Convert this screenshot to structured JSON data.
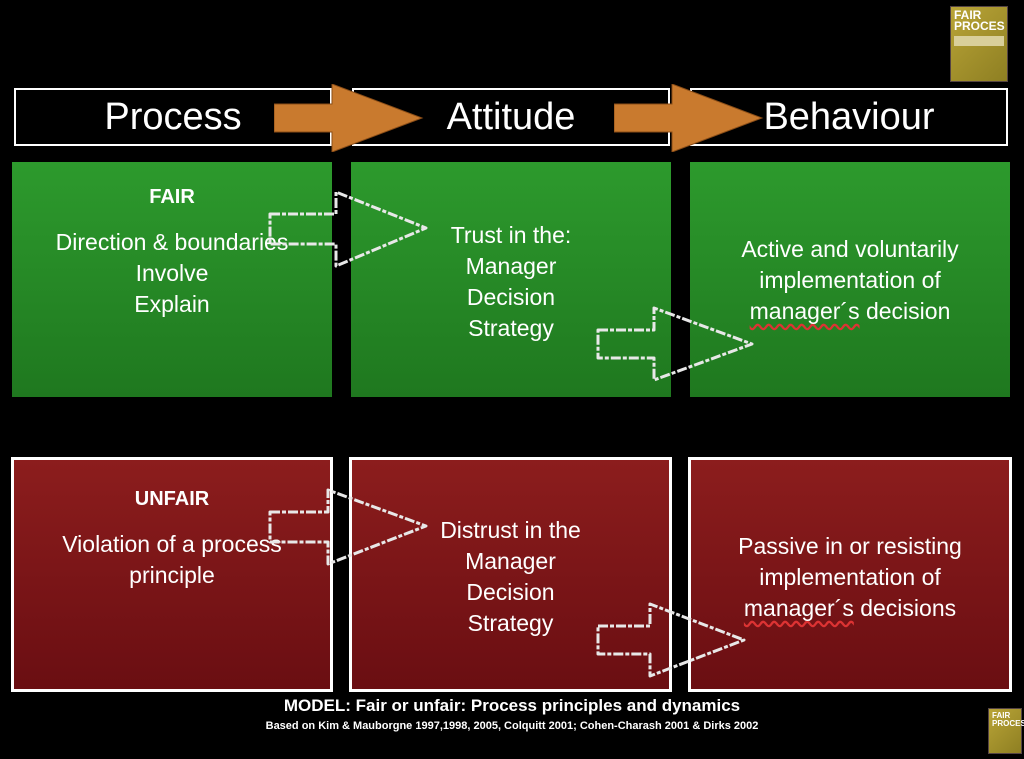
{
  "header": {
    "process": "Process",
    "attitude": "Attitude",
    "behaviour": "Behaviour"
  },
  "fair": {
    "title": "FAIR",
    "process_lines": [
      "Direction & boundaries",
      "Involve",
      "Explain"
    ],
    "attitude_lines": [
      "Trust in the:",
      "Manager",
      "Decision",
      "Strategy"
    ],
    "behaviour_lines": [
      "Active and voluntarily",
      "implementation of",
      "manager´s",
      "decision"
    ]
  },
  "unfair": {
    "title": "UNFAIR",
    "process_lines": [
      "Violation of a process",
      "principle"
    ],
    "attitude_lines": [
      "Distrust in the",
      "Manager",
      "Decision",
      "Strategy"
    ],
    "behaviour_lines": [
      "Passive in or resisting",
      "implementation of",
      "manager´s",
      "decisions"
    ]
  },
  "caption": {
    "title": "MODEL: Fair or unfair: Process principles and dynamics",
    "source": "Based on Kim & Mauborgne 1997,1998, 2005,  Colquitt 2001; Cohen-Charash 2001 & Dirks 2002"
  },
  "book": {
    "title_line1": "FAIR",
    "title_line2": "PROCES"
  },
  "colors": {
    "green": "#2d9a2d",
    "red": "#7a141a",
    "arrow": "#c97a2e"
  }
}
